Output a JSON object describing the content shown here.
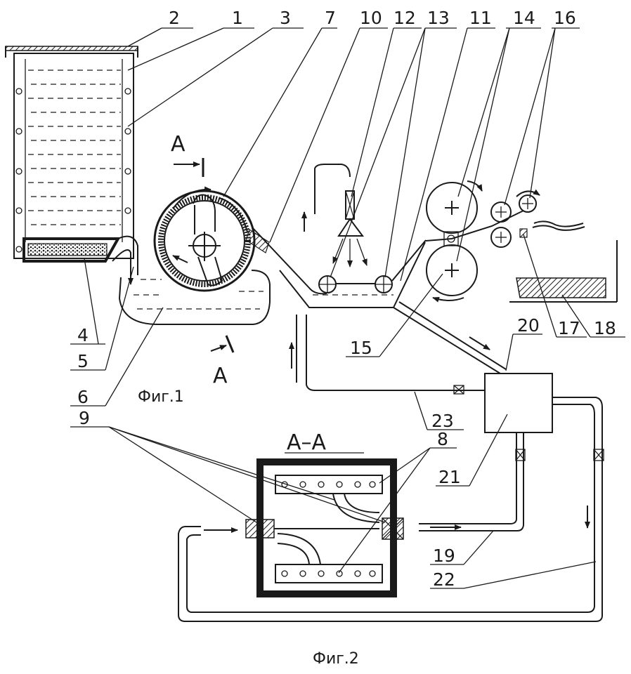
{
  "figures": {
    "fig1_caption": "Фиг.1",
    "fig2_caption": "Фиг.2",
    "section_title": "А–А",
    "section_mark_top": "А",
    "section_mark_bottom": "А"
  },
  "labels": [
    {
      "id": "1",
      "text": "1"
    },
    {
      "id": "2",
      "text": "2"
    },
    {
      "id": "3",
      "text": "3"
    },
    {
      "id": "4",
      "text": "4"
    },
    {
      "id": "5",
      "text": "5"
    },
    {
      "id": "6",
      "text": "6"
    },
    {
      "id": "7",
      "text": "7"
    },
    {
      "id": "8",
      "text": "8"
    },
    {
      "id": "9",
      "text": "9"
    },
    {
      "id": "10",
      "text": "10"
    },
    {
      "id": "11",
      "text": "11"
    },
    {
      "id": "12",
      "text": "12"
    },
    {
      "id": "13",
      "text": "13"
    },
    {
      "id": "14",
      "text": "14"
    },
    {
      "id": "15",
      "text": "15"
    },
    {
      "id": "16",
      "text": "16"
    },
    {
      "id": "17",
      "text": "17"
    },
    {
      "id": "18",
      "text": "18"
    },
    {
      "id": "19",
      "text": "19"
    },
    {
      "id": "20",
      "text": "20"
    },
    {
      "id": "21",
      "text": "21"
    },
    {
      "id": "22",
      "text": "22"
    },
    {
      "id": "23",
      "text": "23"
    }
  ],
  "style": {
    "ink": "#1a1a1a",
    "background": "#ffffff"
  }
}
